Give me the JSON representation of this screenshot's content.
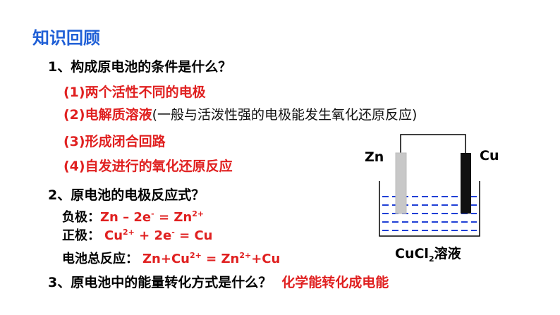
{
  "title": "知识回顾",
  "q1": "1、构成原电池的条件是什么？",
  "conditions": {
    "c1": "(1)两个活性不同的电极",
    "c2": "(2)电解质溶液",
    "c2_note": "(一般与活泼性强的电极能发生氧化还原反应)",
    "c3": "(3)形成闭合回路",
    "c4": "(4)自发进行的氧化还原反应"
  },
  "q2": "2、原电池的电极反应式？",
  "negative": {
    "label": "负极：",
    "eq_a": "Zn – 2e",
    "sup1": "-",
    "eq_b": " = Zn",
    "sup2": "2+"
  },
  "positive": {
    "label": "正极：",
    "eq_a": "Cu",
    "sup1": "2+",
    "eq_b": "  +  2e",
    "sup2": "-",
    "eq_c": " = Cu"
  },
  "total": {
    "label": "电池总反应：",
    "eq_a": "Zn+Cu",
    "sup1": "2+",
    "eq_b": " = Zn",
    "sup2": "2+",
    "eq_c": "+Cu"
  },
  "q3": "3、原电池中的能量转化方式是什么？",
  "q3_answer": "化学能转化成电能",
  "diagram": {
    "left_electrode": "Zn",
    "right_electrode": "Cu",
    "solution_a": "CuCl",
    "solution_sub": "2",
    "solution_b": "溶液",
    "colors": {
      "zinc": "#c8c8c8",
      "copper": "#111111",
      "liquid": "#1f3fd6",
      "wire": "#000000"
    }
  }
}
